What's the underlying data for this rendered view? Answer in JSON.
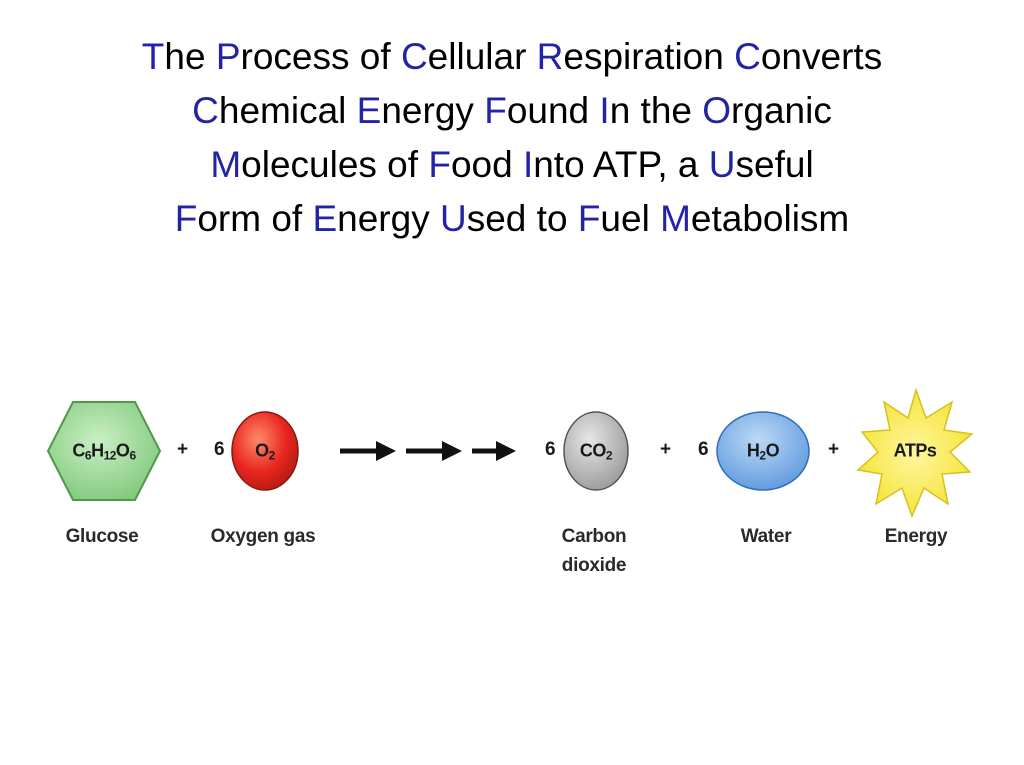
{
  "title": {
    "lines": [
      [
        {
          "cap": "T",
          "rest": "he "
        },
        {
          "cap": "P",
          "rest": "rocess of "
        },
        {
          "cap": "C",
          "rest": "ellular "
        },
        {
          "cap": "R",
          "rest": "espiration "
        },
        {
          "cap": "C",
          "rest": "onverts"
        }
      ],
      [
        {
          "cap": "C",
          "rest": "hemical "
        },
        {
          "cap": "E",
          "rest": "nergy "
        },
        {
          "cap": "F",
          "rest": "ound "
        },
        {
          "cap": "I",
          "rest": "n the "
        },
        {
          "cap": "O",
          "rest": "rganic"
        }
      ],
      [
        {
          "cap": "M",
          "rest": "olecules of "
        },
        {
          "cap": "F",
          "rest": "ood "
        },
        {
          "cap": "I",
          "rest": "nto ATP, a "
        },
        {
          "cap": "U",
          "rest": "seful"
        }
      ],
      [
        {
          "cap": "F",
          "rest": "orm of "
        },
        {
          "cap": "E",
          "rest": "nergy "
        },
        {
          "cap": "U",
          "rest": "sed to "
        },
        {
          "cap": "F",
          "rest": "uel "
        },
        {
          "cap": "M",
          "rest": "etabolism"
        }
      ]
    ]
  },
  "equation": {
    "glucose": {
      "formula_main": "C",
      "s1": "6",
      "m2": "H",
      "s2": "12",
      "m3": "O",
      "s3": "6",
      "label": "Glucose",
      "color": "#8fd18a"
    },
    "plus": "+",
    "oxygen": {
      "coef": "6",
      "formula_main": "O",
      "s1": "2",
      "label": "Oxygen gas",
      "color": "#e8261f"
    },
    "co2": {
      "coef": "6",
      "formula_main": "CO",
      "s1": "2",
      "label_line1": "Carbon",
      "label_line2": "dioxide",
      "color": "#b0b0b0"
    },
    "water": {
      "coef": "6",
      "formula_main": "H",
      "s1": "2",
      "m2": "O",
      "label": "Water",
      "color": "#6fa8e8"
    },
    "atp": {
      "formula": "ATPs",
      "label": "Energy",
      "color": "#f7e83a"
    },
    "text_color": "#2323a6"
  }
}
